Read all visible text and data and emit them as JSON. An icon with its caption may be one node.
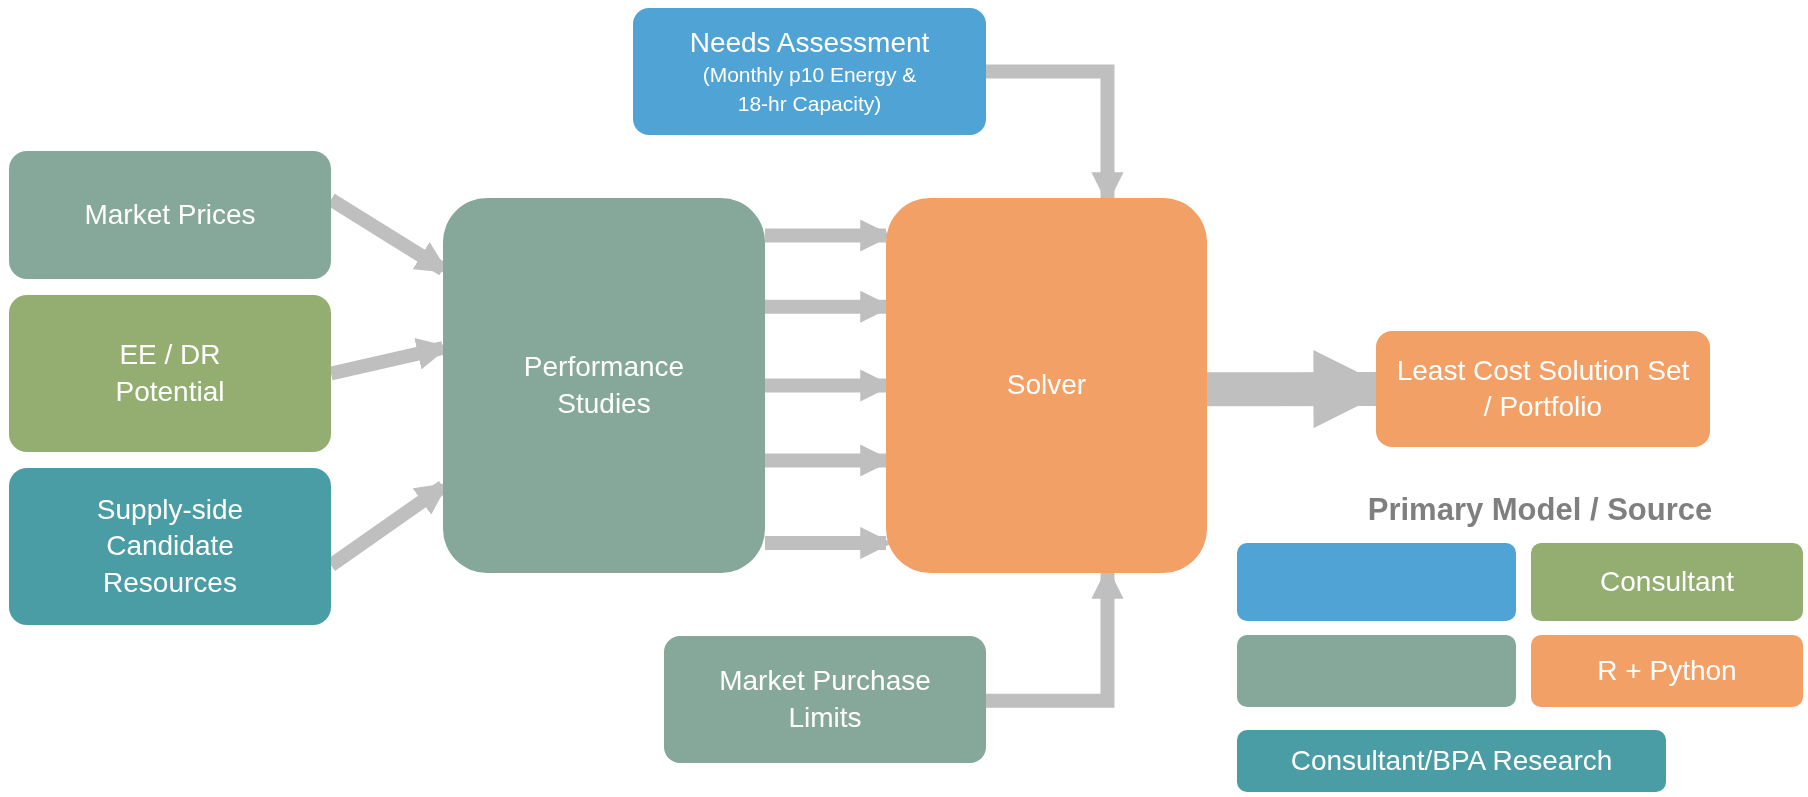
{
  "diagram": {
    "nodes": [
      {
        "text": [
          "Needs Assessment",
          "(Monthly p10 Energy & 18-hr Capacity)"
        ]
      },
      {
        "text": [
          "Market Prices"
        ]
      },
      {
        "text": [
          "EE / DR Potential"
        ]
      },
      {
        "text": [
          "Supply-side Candidate Resources"
        ]
      },
      {
        "text": [
          "Performance Studies"
        ]
      },
      {
        "text": [
          "Solver"
        ]
      },
      {
        "text": [
          "Least Cost Solution Set / Portfolio"
        ]
      },
      {
        "text": [
          "Market Purchase Limits"
        ]
      },
      {
        "text": [],
        "shape": "box"
      },
      {
        "text": [
          "Consultant"
        ]
      },
      {
        "text": [],
        "shape": "box"
      },
      {
        "text": [
          "R + Python"
        ]
      },
      {
        "text": [
          "Consultant/BPA Research"
        ]
      }
    ],
    "edges": [
      {
        "from": 1,
        "to": 4,
        "arrow": "to"
      },
      {
        "from": 2,
        "to": 4,
        "arrow": "to"
      },
      {
        "from": 3,
        "to": 4,
        "arrow": "to"
      },
      {
        "from": 4,
        "to": 5,
        "arrow": "to"
      },
      {
        "from": 4,
        "to": 5,
        "arrow": "to"
      },
      {
        "from": 4,
        "to": 5,
        "arrow": "to"
      },
      {
        "from": 4,
        "to": 5,
        "arrow": "to"
      },
      {
        "from": 4,
        "to": 5,
        "arrow": "to"
      },
      {
        "from": 0,
        "to": 5,
        "arrow": "to"
      },
      {
        "from": 7,
        "to": 5,
        "arrow": "to"
      },
      {
        "from": 5,
        "to": 6,
        "arrow": "to",
        "style": "thick"
      }
    ],
    "labels": [
      "Primary Model / Source"
    ]
  }
}
